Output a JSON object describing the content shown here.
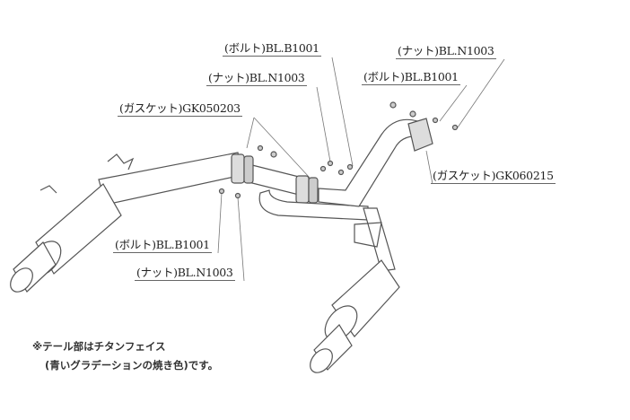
{
  "labels": {
    "bolt_top_left": "(ボルト)BL.B1001",
    "nut_top_left": "(ナット)BL.N1003",
    "gasket_left": "(ガスケット)GK050203",
    "nut_top_right": "(ナット)BL.N1003",
    "bolt_top_right": "(ボルト)BL.B1001",
    "gasket_right": "(ガスケット)GK060215",
    "bolt_lower": "(ボルト)BL.B1001",
    "nut_lower": "(ナット)BL.N1003"
  },
  "note": {
    "line1": "※テール部はチタンフェイス",
    "line2": "(青いグラデーションの焼き色)です。"
  }
}
